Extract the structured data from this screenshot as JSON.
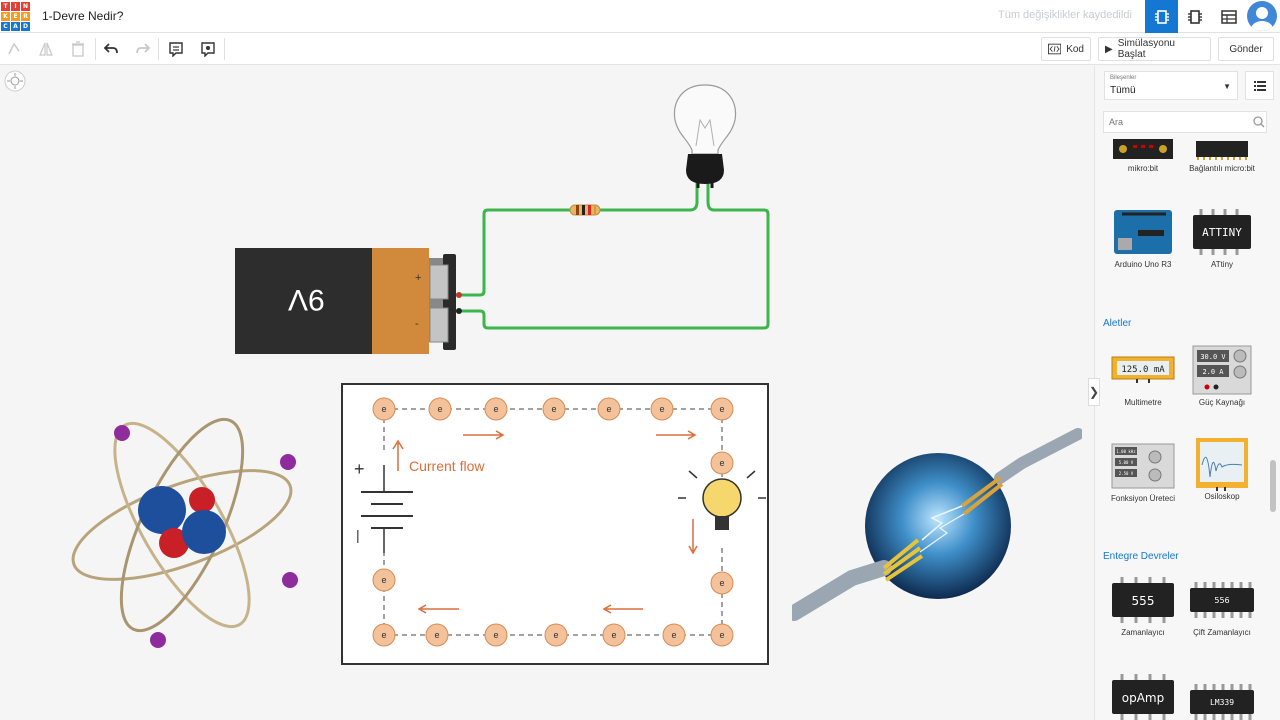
{
  "app": {
    "logo_letters": [
      "T",
      "I",
      "N",
      "K",
      "E",
      "R",
      "C",
      "A",
      "D"
    ],
    "logo_colors": [
      "#e53f36",
      "#e53f36",
      "#e53f36",
      "#f59b1e",
      "#f59b1e",
      "#f59b1e",
      "#1477d1",
      "#1477d1",
      "#1477d1"
    ],
    "project_title": "1-Devre Nedir?",
    "save_status": "Tüm değişiklikler kaydedildi",
    "accent": "#1477d1"
  },
  "toolbar": {
    "code_label": "Kod",
    "simulate_label": "Simülasyonu Başlat",
    "send_label": "Gönder",
    "fill_color": "#3cb54a",
    "wire_color": "#3cb54a"
  },
  "canvas": {
    "battery_label": "9V",
    "battery_plus": "+",
    "battery_minus": "-",
    "current_flow_label": "Current flow",
    "electron_symbol": "e",
    "diagram_plus": "+",
    "diagram_minus": "|"
  },
  "panel": {
    "selector_caption": "Bileşenler",
    "selector_value": "Tümü",
    "search_placeholder": "Ara",
    "items_top": [
      {
        "label": "mikro:bit"
      },
      {
        "label": "Bağlantılı micro:bit"
      },
      {
        "label": "Arduino Uno R3"
      },
      {
        "label": "ATtiny",
        "chip_text": "ATTINY"
      }
    ],
    "section_tools": "Aletler",
    "tools": [
      {
        "label": "Multimetre",
        "display": "125.0 mA"
      },
      {
        "label": "Güç Kaynağı",
        "display_v": "30.0 V",
        "display_a": "2.0 A"
      },
      {
        "label": "Fonksiyon Üreteci",
        "display_1": "1.00 kHz",
        "display_2": "5.00 V",
        "display_3": "2.50 V"
      },
      {
        "label": "Osiloskop"
      }
    ],
    "section_ic": "Entegre Devreler",
    "ics": [
      {
        "label": "Zamanlayıcı",
        "chip_text": "555"
      },
      {
        "label": "Çift Zamanlayıcı",
        "chip_text": "556"
      },
      {
        "label": "",
        "chip_text": "opAmp"
      },
      {
        "label": "",
        "chip_text": "LM339"
      }
    ]
  }
}
